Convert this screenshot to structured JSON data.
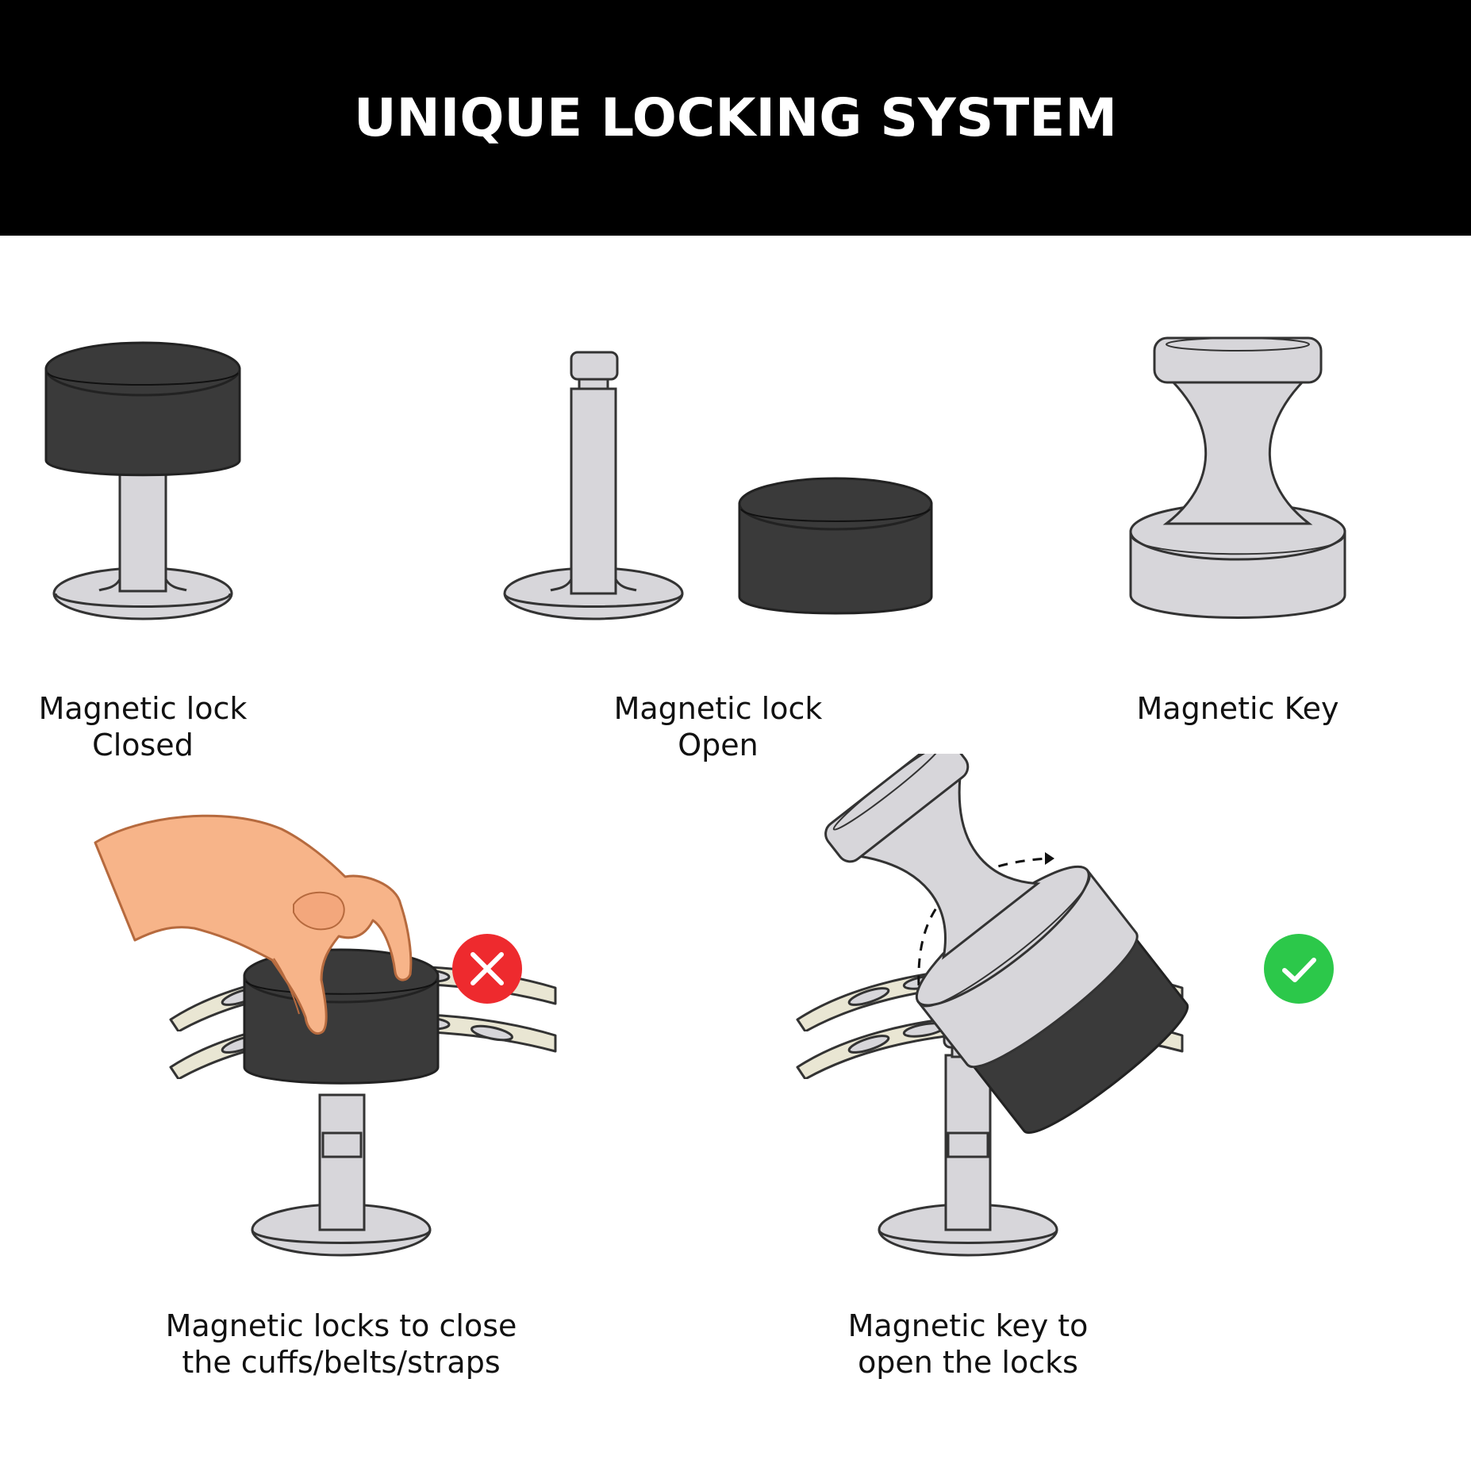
{
  "header": {
    "title": "UNIQUE LOCKING SYSTEM"
  },
  "captions": {
    "lock_closed": {
      "line1": "Magnetic lock",
      "line2": "Closed"
    },
    "lock_open": {
      "line1": "Magnetic lock",
      "line2": "Open"
    },
    "key": {
      "line1": "Magnetic Key"
    },
    "close_cuffs": {
      "line1": "Magnetic locks to close",
      "line2": "the cuffs/belts/straps"
    },
    "open_locks": {
      "line1": "Magnetic key to",
      "line2": "open the locks"
    }
  },
  "badges": {
    "wrong": {
      "icon": "x-mark-icon",
      "color": "#ee2a2e"
    },
    "correct": {
      "icon": "checkmark-icon",
      "color": "#2cc84a"
    }
  },
  "colors": {
    "header_bg": "#000000",
    "lock_cap": "#3a3a3a",
    "metal": "#d7d6da",
    "strap": "#e9e6d3",
    "skin": "#f7b489"
  }
}
